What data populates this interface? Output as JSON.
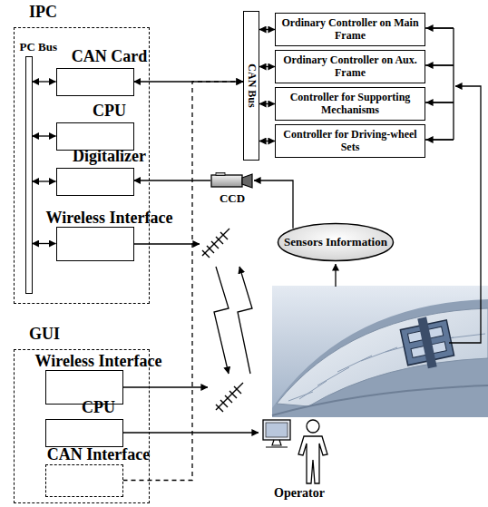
{
  "diagram": {
    "nodes": [
      {
        "text": [
          "IPC"
        ]
      },
      {
        "text": [
          "PC Bus"
        ],
        "in": 0
      },
      {
        "text": [
          "CAN Card"
        ],
        "in": 0
      },
      {
        "text": [
          "CPU"
        ],
        "in": 0
      },
      {
        "text": [
          "Digitalizer"
        ],
        "in": 0
      },
      {
        "text": [
          "Wireless Interface"
        ],
        "in": 0
      },
      {
        "text": [
          "CAN Bus"
        ]
      },
      {
        "text": [
          "Ordinary Controller on Main Frame"
        ]
      },
      {
        "text": [
          "Ordinary Controller on Aux. Frame"
        ]
      },
      {
        "text": [
          "Controller for Supporting Mechanisms"
        ]
      },
      {
        "text": [
          "Controller for Driving-wheel Sets"
        ]
      },
      {
        "text": [
          "CCD"
        ]
      },
      {
        "text": [
          "Sensors Information"
        ]
      },
      {
        "text": [
          "GUI"
        ]
      },
      {
        "text": [
          "Wireless Interface"
        ],
        "in": 13
      },
      {
        "text": [
          "CPU"
        ],
        "in": 13
      },
      {
        "text": [
          "CAN Interface"
        ],
        "in": 13
      },
      {
        "text": [
          "Operator"
        ]
      }
    ],
    "edges": [
      {
        "from": 1,
        "to": 2,
        "arrow": "both"
      },
      {
        "from": 1,
        "to": 3,
        "arrow": "both"
      },
      {
        "from": 1,
        "to": 4,
        "arrow": "both"
      },
      {
        "from": 1,
        "to": 5,
        "arrow": "both"
      },
      {
        "from": 2,
        "to": 6,
        "arrow": "both"
      },
      {
        "from": 6,
        "to": 7,
        "arrow": "both"
      },
      {
        "from": 6,
        "to": 8,
        "arrow": "both"
      },
      {
        "from": 6,
        "to": 9,
        "arrow": "both"
      },
      {
        "from": 6,
        "to": 10,
        "arrow": "both"
      },
      {
        "from": 12,
        "to": 11,
        "arrow": "to"
      },
      {
        "from": 11,
        "to": 4,
        "arrow": "to"
      },
      {
        "from": 15,
        "to": 17,
        "arrow": "to"
      },
      {
        "from": 16,
        "to": 6,
        "arrow": "to"
      }
    ]
  }
}
